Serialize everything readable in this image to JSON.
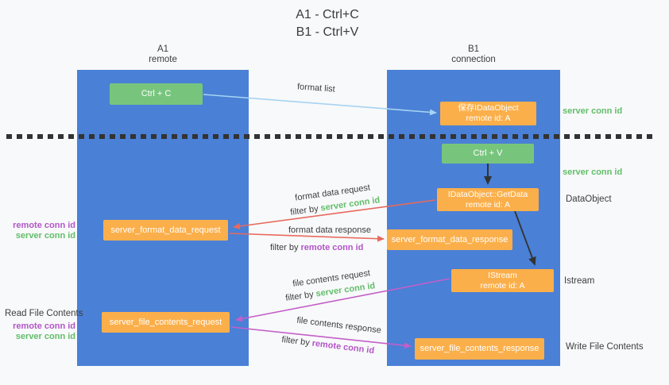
{
  "title": {
    "line1": "A1 - Ctrl+C",
    "line2": "B1 - Ctrl+V"
  },
  "columns": {
    "left": {
      "header_line1": "A1",
      "header_line2": "remote"
    },
    "right": {
      "header_line1": "B1",
      "header_line2": "connection"
    }
  },
  "nodes": {
    "ctrl_c": "Ctrl + C",
    "save_idataobject": {
      "line1": "保存IDataObject",
      "line2": "remote id: A"
    },
    "ctrl_v": "Ctrl + V",
    "getdata": {
      "line1": "IDataObject::GetData",
      "line2": "remote id: A"
    },
    "server_format_data_request": "server_format_data_request",
    "server_format_data_response": "server_format_data_response",
    "istream": {
      "line1": "IStream",
      "line2": "remote id: A"
    },
    "server_file_contents_request": "server_file_contents_request",
    "server_file_contents_response": "server_file_contents_response"
  },
  "arrow_labels": {
    "format_list": "format list",
    "format_data_request": "format data request",
    "format_data_response": "format data response",
    "file_contents_request": "file contents request",
    "file_contents_response": "file contents response",
    "filter_by": "filter by ",
    "server_conn_id": "server conn id",
    "remote_conn_id": "remote conn id"
  },
  "side_labels": {
    "server_conn_id_top": "server conn id",
    "server_conn_id_mid": "server conn id",
    "dataobject": "DataObject",
    "istream": "Istream",
    "write_file_contents": "Write File Contents",
    "read_file_contents": "Read File Contents",
    "remote_conn_id": "remote conn id",
    "server_conn_id": "server conn id"
  },
  "colors": {
    "background": "#f8f9fa",
    "column_blue": "#4a80d6",
    "box_green": "#77c57d",
    "box_orange": "#fbaf4a",
    "arrow_light_blue": "#a6d3f2",
    "arrow_red": "#e8695e",
    "arrow_magenta": "#c35fc9",
    "arrow_black": "#333333",
    "text_green": "#62bd6a",
    "text_purple": "#b355c8",
    "text_dark": "#3d3d3d"
  }
}
